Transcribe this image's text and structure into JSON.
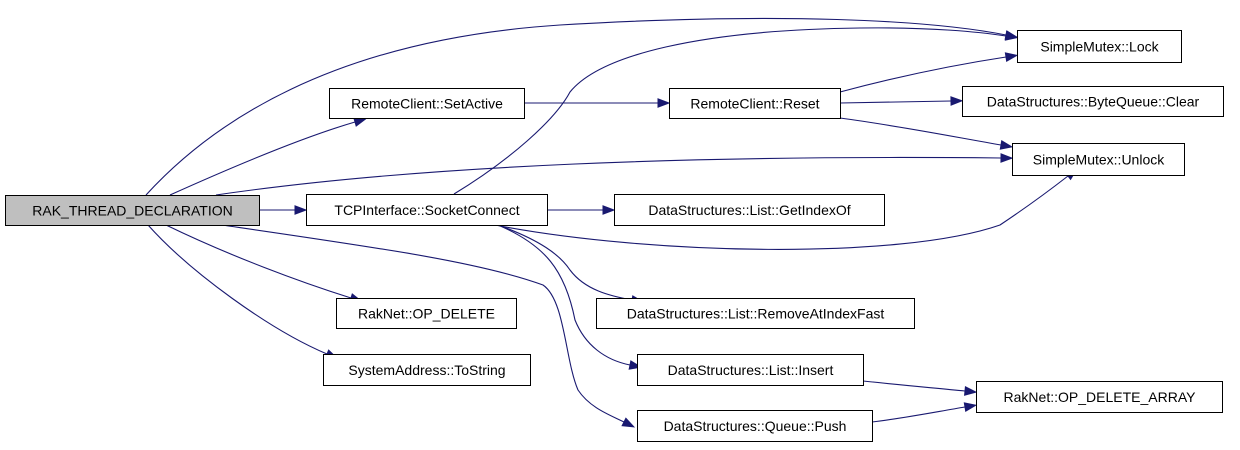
{
  "nodes": [
    {
      "id": "root",
      "label": "RAK_THREAD_DECLARATION",
      "root": true
    },
    {
      "id": "setactive",
      "label": "RemoteClient::SetActive"
    },
    {
      "id": "socketconnect",
      "label": "TCPInterface::SocketConnect"
    },
    {
      "id": "opdelete",
      "label": "RakNet::OP_DELETE"
    },
    {
      "id": "tostring",
      "label": "SystemAddress::ToString"
    },
    {
      "id": "reset",
      "label": "RemoteClient::Reset"
    },
    {
      "id": "getindexof",
      "label": "DataStructures::List::GetIndexOf"
    },
    {
      "id": "removeat",
      "label": "DataStructures::List::RemoveAtIndexFast"
    },
    {
      "id": "insert",
      "label": "DataStructures::List::Insert"
    },
    {
      "id": "push",
      "label": "DataStructures::Queue::Push"
    },
    {
      "id": "lock",
      "label": "SimpleMutex::Lock"
    },
    {
      "id": "clear",
      "label": "DataStructures::ByteQueue::Clear"
    },
    {
      "id": "unlock",
      "label": "SimpleMutex::Unlock"
    },
    {
      "id": "opdeletearray",
      "label": "RakNet::OP_DELETE_ARRAY"
    }
  ],
  "edges": [
    {
      "from": "root",
      "to": "lock"
    },
    {
      "from": "root",
      "to": "setactive"
    },
    {
      "from": "root",
      "to": "unlock"
    },
    {
      "from": "root",
      "to": "socketconnect"
    },
    {
      "from": "root",
      "to": "opdelete"
    },
    {
      "from": "root",
      "to": "tostring"
    },
    {
      "from": "root",
      "to": "push"
    },
    {
      "from": "setactive",
      "to": "reset"
    },
    {
      "from": "reset",
      "to": "lock"
    },
    {
      "from": "reset",
      "to": "clear"
    },
    {
      "from": "reset",
      "to": "unlock"
    },
    {
      "from": "socketconnect",
      "to": "lock"
    },
    {
      "from": "socketconnect",
      "to": "getindexof"
    },
    {
      "from": "socketconnect",
      "to": "unlock"
    },
    {
      "from": "socketconnect",
      "to": "removeat"
    },
    {
      "from": "socketconnect",
      "to": "insert"
    },
    {
      "from": "insert",
      "to": "opdeletearray"
    },
    {
      "from": "push",
      "to": "opdeletearray"
    }
  ],
  "colors": {
    "edge": "#191970",
    "root_fill": "#bfbfbf",
    "node_fill": "#ffffff",
    "border": "#000000"
  }
}
